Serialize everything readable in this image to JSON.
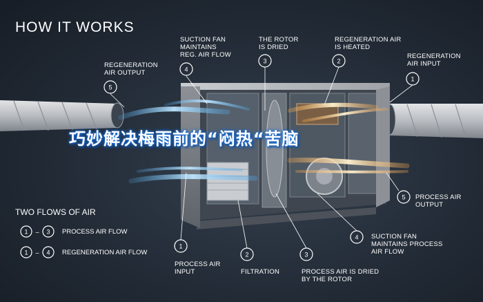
{
  "title": "HOW IT WORKS",
  "overlay_text": "巧妙解决梅雨前的“闷热“苦脑",
  "callouts": {
    "regen_air_output": {
      "num": "5",
      "label": "REGENERATION\nAIR OUTPUT"
    },
    "suction_fan_regen": {
      "num": "4",
      "label": "SUCTION FAN\nMAINTAINS\nREG. AIR FLOW"
    },
    "rotor_dried": {
      "num": "3",
      "label": "THE ROTOR\nIS DRIED"
    },
    "regen_air_heated": {
      "num": "2",
      "label": "REGENERATION AIR\nIS HEATED"
    },
    "regen_air_input": {
      "num": "1",
      "label": "REGENERATION\nAIR INPUT"
    },
    "process_air_output": {
      "num": "5",
      "label": "PROCESS AIR\nOUTPUT"
    },
    "suction_fan_process": {
      "num": "4",
      "label": "SUCTION FAN\nMAINTAINS PROCESS\nAIR FLOW"
    },
    "process_air_input": {
      "num": "1",
      "label": "PROCESS AIR\nINPUT"
    },
    "filtration": {
      "num": "2",
      "label": "FILTRATION"
    },
    "process_air_dried": {
      "num": "3",
      "label": "PROCESS AIR IS DRIED\nBY THE ROTOR"
    }
  },
  "legend": {
    "title": "TWO FLOWS OF AIR",
    "rows": [
      {
        "from": "1",
        "dash": "–",
        "to": "3",
        "label": "PROCESS AIR FLOW"
      },
      {
        "from": "1",
        "dash": "–",
        "to": "4",
        "label": "REGENERATION AIR FLOW"
      }
    ]
  },
  "colors": {
    "background": "#222b36",
    "cabinet": "#a9adb2",
    "duct": "#c4c7cb",
    "process_flow": "#9fd8ff",
    "regen_flow": "#f5d9a0",
    "overlay_glow": "#1a6fd8"
  }
}
